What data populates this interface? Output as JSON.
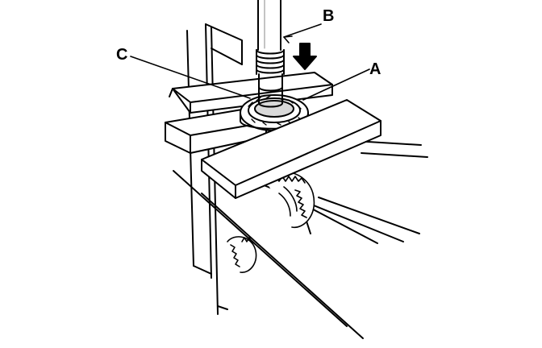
{
  "diagram": {
    "labels": {
      "a": "A",
      "b": "B",
      "c": "C"
    },
    "colors": {
      "ink": "#000000",
      "paper": "#ffffff",
      "shade": "#d9d9d9"
    }
  }
}
